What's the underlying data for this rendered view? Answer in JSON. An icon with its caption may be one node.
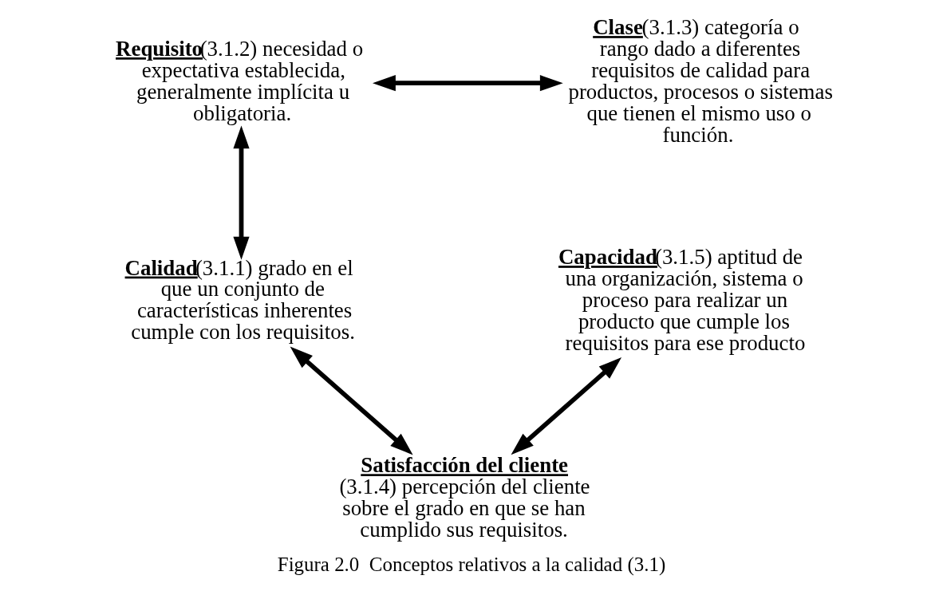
{
  "diagram": {
    "caption": "Figura 2.0  Conceptos relativos a la calidad (3.1)",
    "nodes": [
      {
        "text": [
          "Requisito",
          "(3.1.2)  necesidad o expectativa establecida, generalmente implícita u obligatoria."
        ]
      },
      {
        "text": [
          "Clase",
          "(3.1.3)  categoría o rango dado a diferentes requisitos de calidad para productos, procesos o sistemas que tienen el mismo uso o función."
        ]
      },
      {
        "text": [
          "Calidad",
          "(3.1.1)  grado en el que un conjunto de características inherentes cumple con los requisitos."
        ]
      },
      {
        "text": [
          "Capacidad",
          "(3.1.5) aptitud de una organización, sistema o proceso para realizar un producto  que cumple los requisitos para ese producto"
        ]
      },
      {
        "text": [
          "Satisfacción del cliente",
          "(3.1.4)  percepción del cliente sobre el grado en  que se han cumplido sus requisitos."
        ]
      }
    ],
    "edges": [
      {
        "from": 0,
        "to": 1,
        "arrow": "both"
      },
      {
        "from": 0,
        "to": 2,
        "arrow": "both"
      },
      {
        "from": 2,
        "to": 4,
        "arrow": "both"
      },
      {
        "from": 3,
        "to": 4,
        "arrow": "both"
      }
    ]
  }
}
